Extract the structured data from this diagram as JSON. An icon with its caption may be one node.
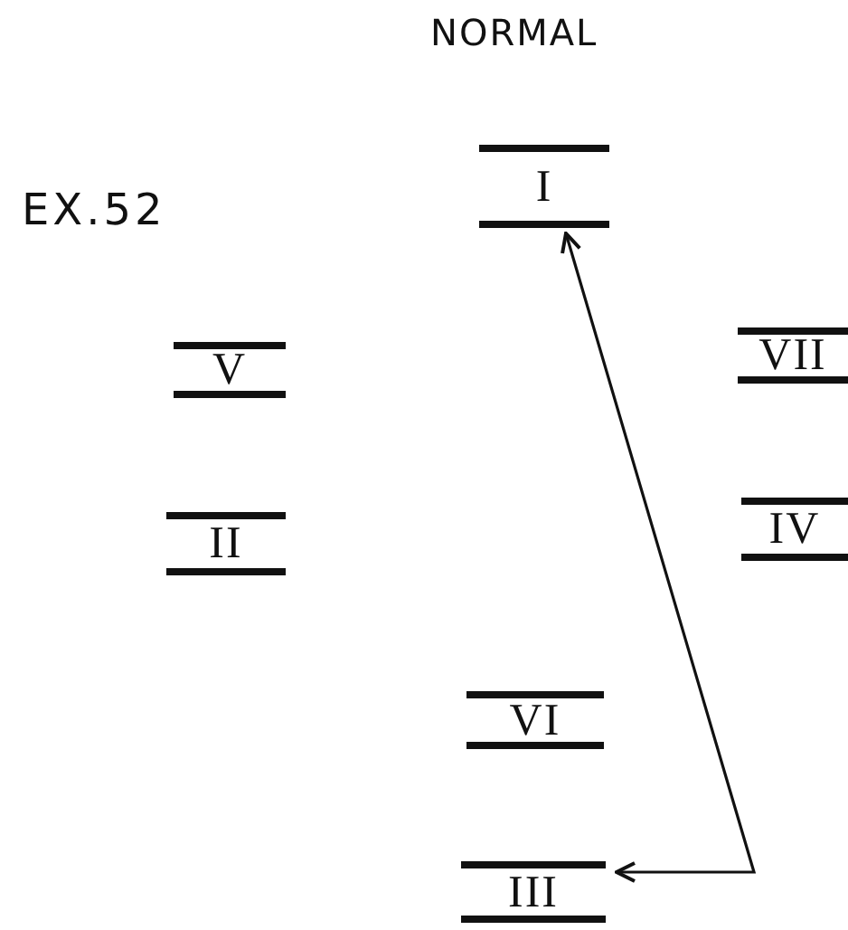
{
  "diagram": {
    "title": "NORMAL",
    "nodes": [
      {
        "text": [
          "I"
        ]
      },
      {
        "text": [
          "V"
        ]
      },
      {
        "text": [
          "VII"
        ]
      },
      {
        "text": [
          "II"
        ]
      },
      {
        "text": [
          "IV"
        ]
      },
      {
        "text": [
          "VI"
        ]
      },
      {
        "text": [
          "III"
        ]
      }
    ],
    "edges": [
      {
        "from": 6,
        "to": 0,
        "arrow": "both"
      }
    ],
    "labels": [
      "EX.52"
    ]
  }
}
